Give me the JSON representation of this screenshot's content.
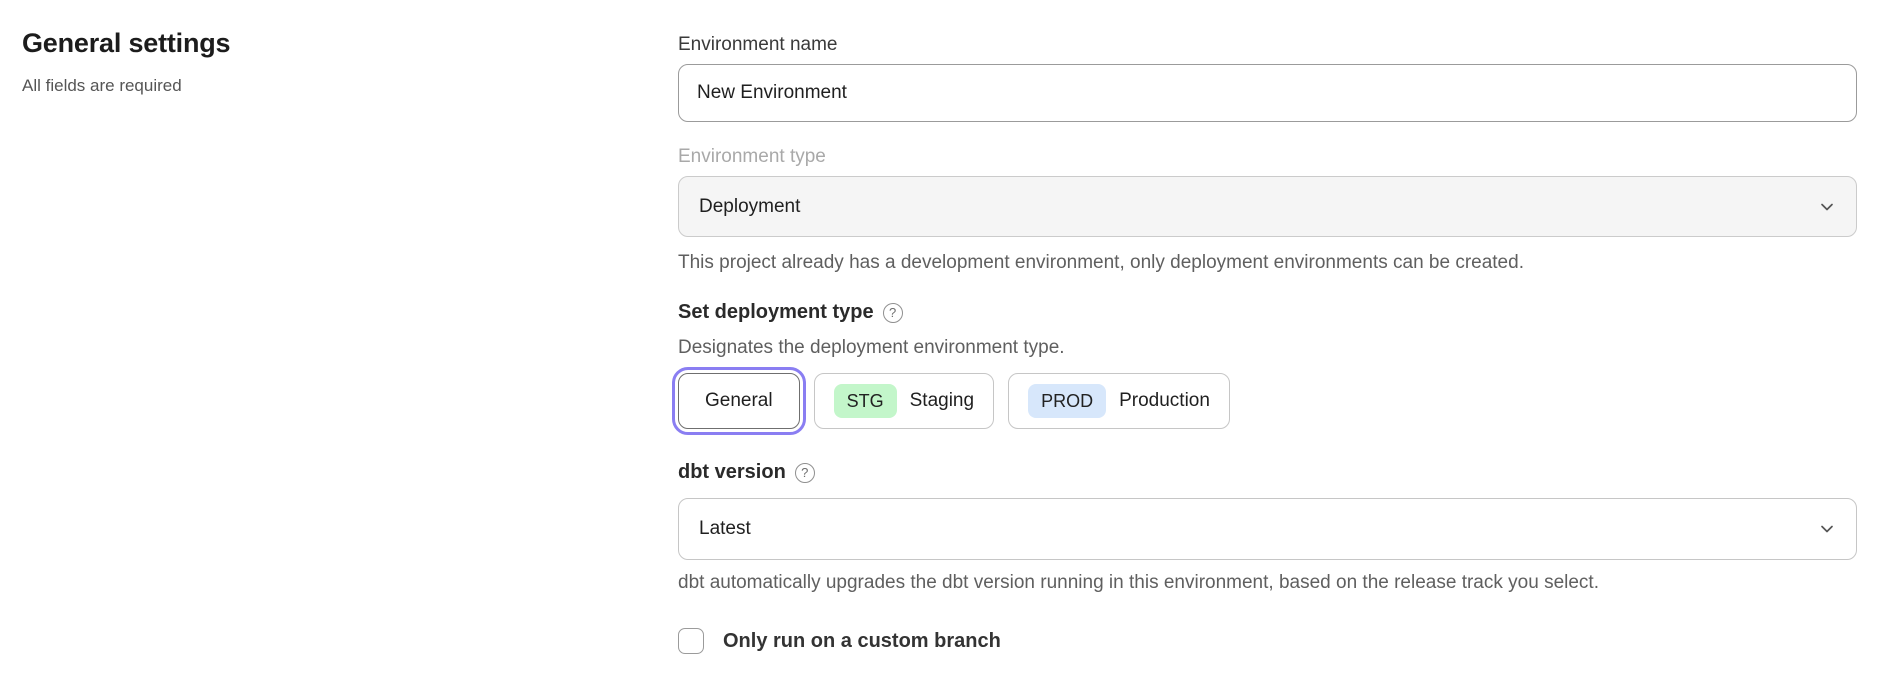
{
  "page": {
    "title": "General settings",
    "subtitle": "All fields are required"
  },
  "form": {
    "environment_name": {
      "label": "Environment name",
      "value": "New Environment"
    },
    "environment_type": {
      "label": "Environment type",
      "value": "Deployment",
      "disabled": true,
      "helper": "This project already has a development environment, only deployment environments can be created."
    },
    "deployment_type": {
      "label": "Set deployment type",
      "help_icon": "?",
      "helper": "Designates the deployment environment type.",
      "options": [
        {
          "label": "General",
          "selected": true
        },
        {
          "badge": "STG",
          "label": "Staging",
          "selected": false
        },
        {
          "badge": "PROD",
          "label": "Production",
          "selected": false
        }
      ]
    },
    "dbt_version": {
      "label": "dbt version",
      "help_icon": "?",
      "value": "Latest",
      "helper": "dbt automatically upgrades the dbt version running in this environment, based on the release track you select."
    },
    "custom_branch": {
      "label": "Only run on a custom branch",
      "checked": false
    }
  },
  "colors": {
    "accent_purple": "#8a7ef2",
    "badge_green": "#c3f6ca",
    "badge_blue": "#d7e7fb",
    "disabled_bg": "#f5f5f5"
  }
}
